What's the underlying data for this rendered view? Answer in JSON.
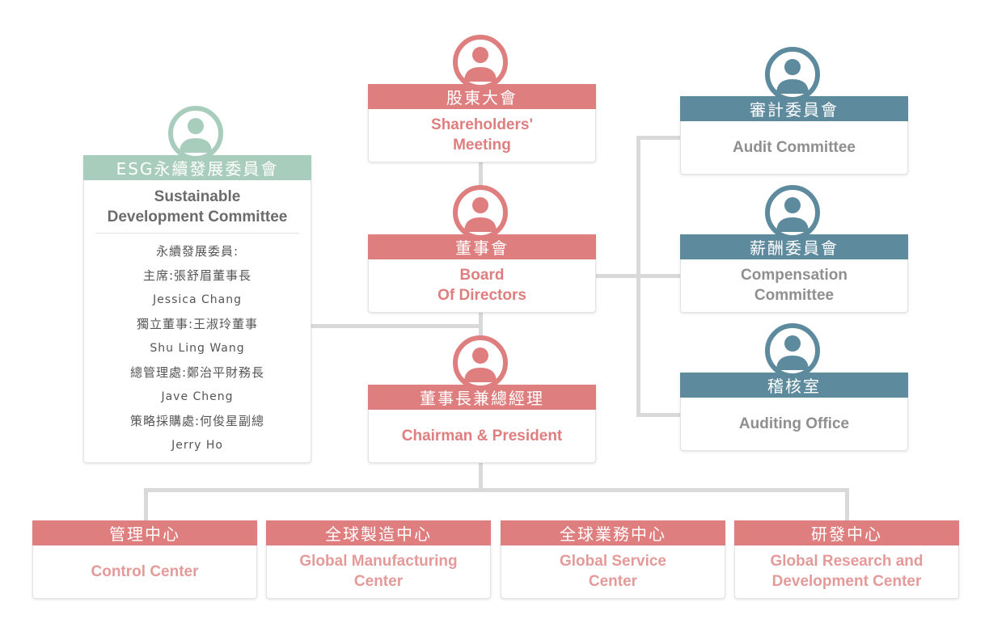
{
  "colors": {
    "red": "#df7e7e",
    "teal": "#5e8a9d",
    "green": "#a9cdbd",
    "line": "#d9d9d9",
    "bottom_text": "#e59a9a"
  },
  "top": {
    "shareholders": {
      "zh": "股東大會",
      "en": "Shareholders'\nMeeting"
    },
    "board": {
      "zh": "董事會",
      "en": "Board\nOf Directors"
    },
    "chairman": {
      "zh": "董事長兼總經理",
      "en": "Chairman & President"
    }
  },
  "right": {
    "audit": {
      "zh": "審計委員會",
      "en": "Audit Committee"
    },
    "compensation": {
      "zh": "薪酬委員會",
      "en": "Compensation\nCommittee"
    },
    "auditing_office": {
      "zh": "稽核室",
      "en": "Auditing Office"
    }
  },
  "esg": {
    "zh": "ESG永續發展委員會",
    "en": "Sustainable\nDevelopment Committee",
    "members": [
      {
        "text": "永續發展委員:",
        "lang": "cjk"
      },
      {
        "text": "主席:張舒眉董事長",
        "lang": "cjk"
      },
      {
        "text": "Jessica Chang",
        "lang": "en"
      },
      {
        "text": "獨立董事:王淑玲董事",
        "lang": "cjk"
      },
      {
        "text": "Shu Ling Wang",
        "lang": "en"
      },
      {
        "text": "總管理處:鄭治平財務長",
        "lang": "cjk"
      },
      {
        "text": "Jave Cheng",
        "lang": "en"
      },
      {
        "text": "策略採購處:何俊星副總",
        "lang": "cjk"
      },
      {
        "text": "Jerry Ho",
        "lang": "en"
      }
    ]
  },
  "bottom": {
    "control": {
      "zh": "管理中心",
      "en": "Control Center"
    },
    "manufacturing": {
      "zh": "全球製造中心",
      "en": "Global Manufacturing\nCenter"
    },
    "service": {
      "zh": "全球業務中心",
      "en": "Global Service\nCenter"
    },
    "research": {
      "zh": "研發中心",
      "en": "Global Research and\nDevelopment Center"
    }
  },
  "icons": {
    "avatar": "person-avatar-icon"
  }
}
